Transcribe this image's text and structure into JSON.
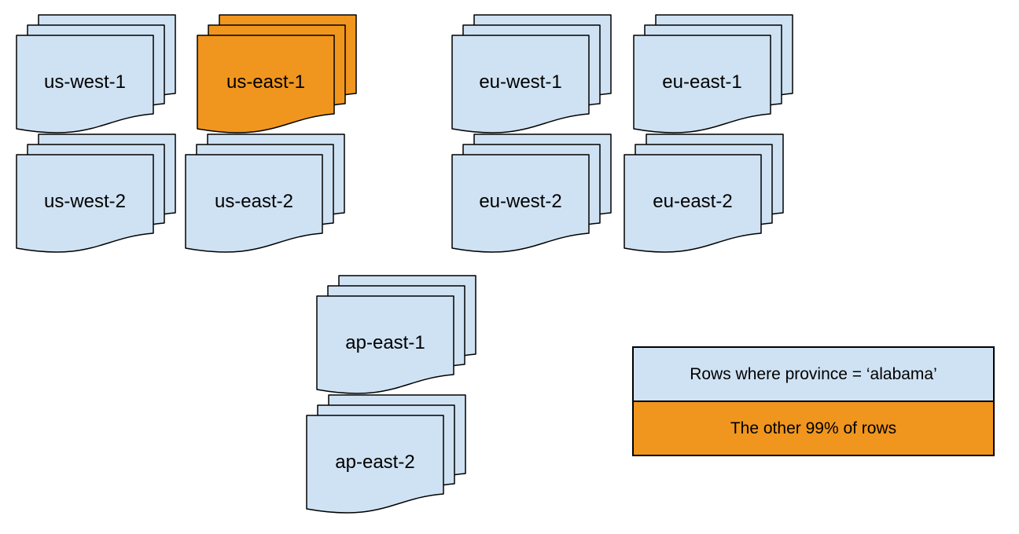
{
  "colors": {
    "background": "#ffffff",
    "region_fill": "#cfe2f3",
    "highlight_fill": "#f0961e",
    "outline": "#000000",
    "text": "#000000"
  },
  "stacks": [
    {
      "label": "us-west-1",
      "highlighted": false
    },
    {
      "label": "us-east-1",
      "highlighted": true
    },
    {
      "label": "eu-west-1",
      "highlighted": false
    },
    {
      "label": "eu-east-1",
      "highlighted": false
    },
    {
      "label": "us-west-2",
      "highlighted": false
    },
    {
      "label": "us-east-2",
      "highlighted": false
    },
    {
      "label": "eu-west-2",
      "highlighted": false
    },
    {
      "label": "eu-east-2",
      "highlighted": false
    },
    {
      "label": "ap-east-1",
      "highlighted": false
    },
    {
      "label": "ap-east-2",
      "highlighted": false
    }
  ],
  "legend": {
    "items": [
      {
        "label": "Rows where province = ‘alabama’",
        "swatch": "#cfe2f3"
      },
      {
        "label": "The other 99% of rows",
        "swatch": "#f0961e"
      }
    ]
  }
}
